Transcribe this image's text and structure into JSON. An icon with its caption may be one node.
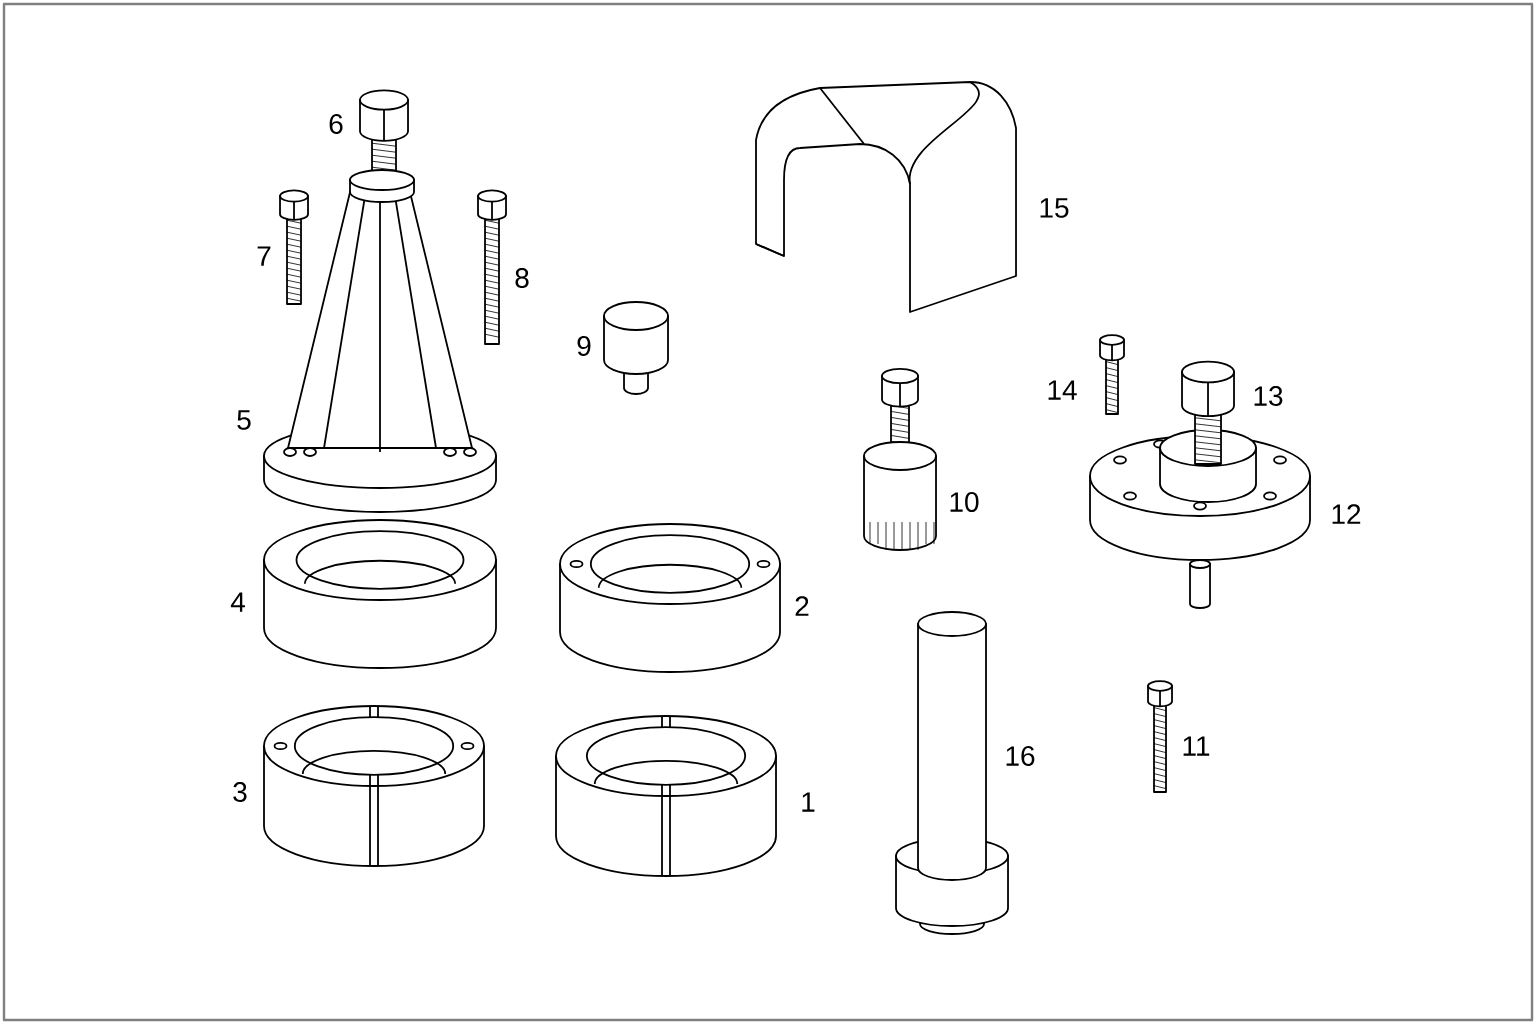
{
  "diagram": {
    "labels": [
      "6",
      "15",
      "7",
      "8",
      "9",
      "14",
      "13",
      "5",
      "10",
      "12",
      "4",
      "2",
      "11",
      "16",
      "3",
      "1"
    ]
  }
}
